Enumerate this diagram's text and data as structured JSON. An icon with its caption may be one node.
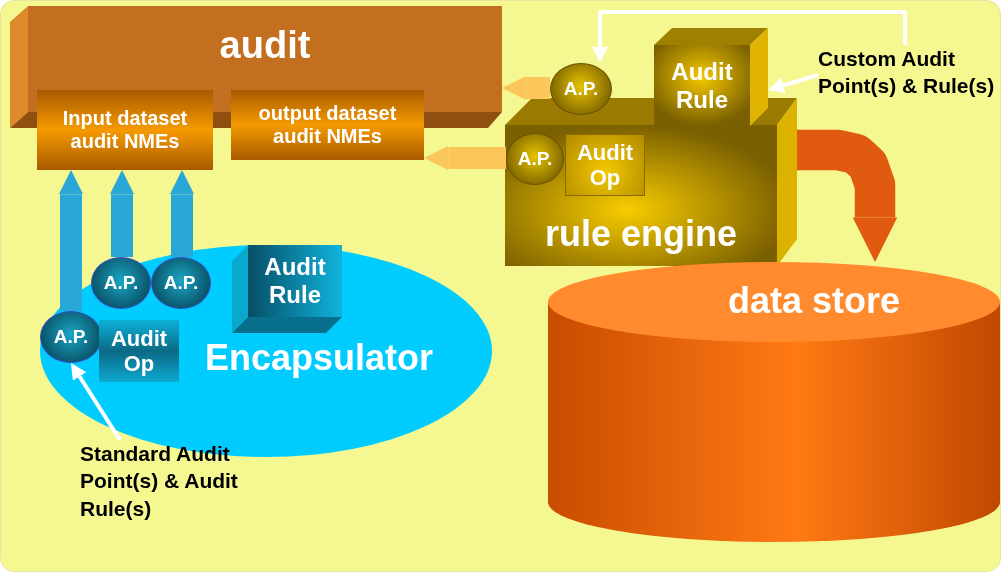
{
  "diagram": {
    "nodes": [
      {
        "text": [
          "audit"
        ]
      },
      {
        "text": [
          "Input dataset audit NMEs"
        ]
      },
      {
        "text": [
          "output dataset audit NMEs"
        ]
      },
      {
        "text": [
          "rule engine"
        ]
      },
      {
        "text": [
          "A.P."
        ]
      },
      {
        "text": [
          "Audit Rule"
        ]
      },
      {
        "text": [
          "A.P."
        ],
        "in": 3
      },
      {
        "text": [
          "Audit Op"
        ],
        "in": 3
      },
      {
        "text": [
          "Custom Audit Point(s) & Rule(s)"
        ]
      },
      {
        "text": [
          "data store"
        ]
      },
      {
        "text": [
          "Encapsulator"
        ]
      },
      {
        "text": [
          "A.P."
        ],
        "in": 10
      },
      {
        "text": [
          "A.P."
        ],
        "in": 10
      },
      {
        "text": [
          "Audit Rule"
        ],
        "in": 10
      },
      {
        "text": [
          "A.P."
        ],
        "in": 10
      },
      {
        "text": [
          "Audit Op"
        ],
        "in": 10
      },
      {
        "text": [
          "Standard Audit Point(s) & Audit Rule(s)"
        ]
      }
    ],
    "edges": [
      {
        "from": 4,
        "to": 0,
        "arrow": "to",
        "color": "#fcc75a"
      },
      {
        "from": 6,
        "to": 2,
        "arrow": "to",
        "color": "#fcc75a"
      },
      {
        "from": 14,
        "to": 1,
        "arrow": "to",
        "color": "#29a8d8"
      },
      {
        "from": 11,
        "to": 1,
        "arrow": "to",
        "color": "#29a8d8"
      },
      {
        "from": 12,
        "to": 1,
        "arrow": "to",
        "color": "#29a8d8"
      },
      {
        "from": 3,
        "to": 9,
        "arrow": "to",
        "style": "thick",
        "color": "#e05a10"
      },
      {
        "from": 8,
        "to": 4,
        "arrow": "to",
        "color": "#ffffff"
      },
      {
        "from": 8,
        "to": 5,
        "arrow": "to",
        "color": "#ffffff"
      },
      {
        "from": 16,
        "to": 14,
        "arrow": "to",
        "color": "#ffffff"
      }
    ]
  }
}
